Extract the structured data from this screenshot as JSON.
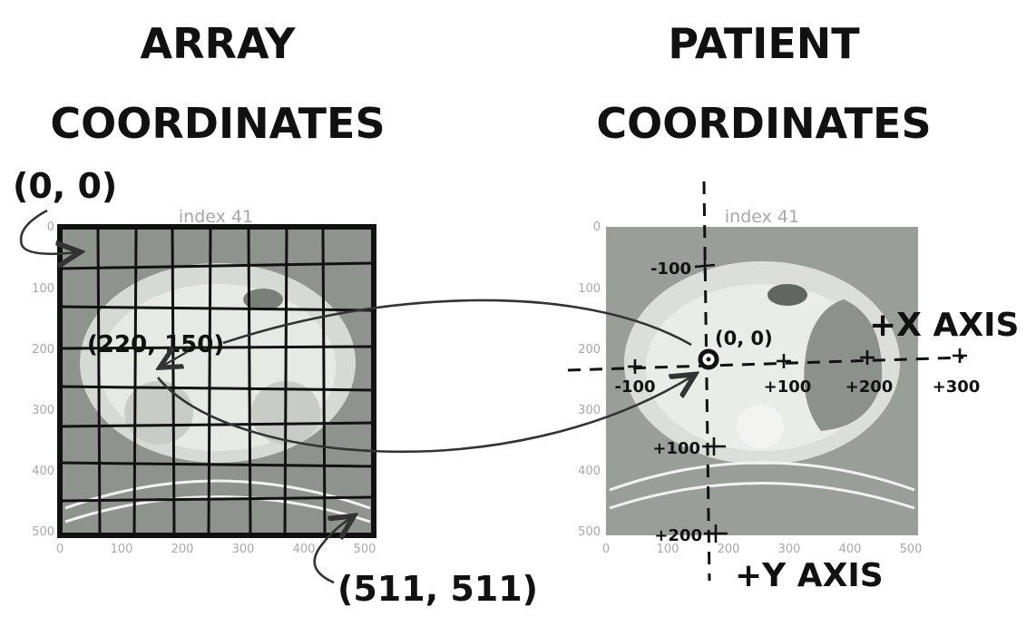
{
  "titles": {
    "left_line1": "ARRAY",
    "left_line2": "COORDINATES",
    "right_line1": "PATIENT",
    "right_line2": "COORDINATES"
  },
  "left_panel": {
    "index_label": "index 41",
    "y_ticks": [
      "0",
      "100",
      "200",
      "300",
      "400",
      "500"
    ],
    "x_ticks": [
      "0",
      "100",
      "200",
      "300",
      "400",
      "500"
    ],
    "corner_top": "(0, 0)",
    "corner_bottom": "(511, 511)",
    "point_label": "(220, 150)"
  },
  "right_panel": {
    "index_label": "index 41",
    "y_ticks": [
      "0",
      "100",
      "200",
      "300",
      "400",
      "500"
    ],
    "x_ticks": [
      "0",
      "100",
      "200",
      "300",
      "400",
      "500"
    ],
    "origin_label": "(0, 0)",
    "x_axis_label": "+X AXIS",
    "y_axis_label": "+Y AXIS",
    "x_axis_ticks": [
      "-100",
      "+100",
      "+200",
      "+300"
    ],
    "y_axis_ticks": [
      "-100",
      "+100",
      "+200"
    ]
  },
  "colors": {
    "ink": "#111111",
    "tick_gray": "#a8a8a8",
    "scan_bg": "#9a9e99",
    "tissue": "#d8dcd6"
  }
}
